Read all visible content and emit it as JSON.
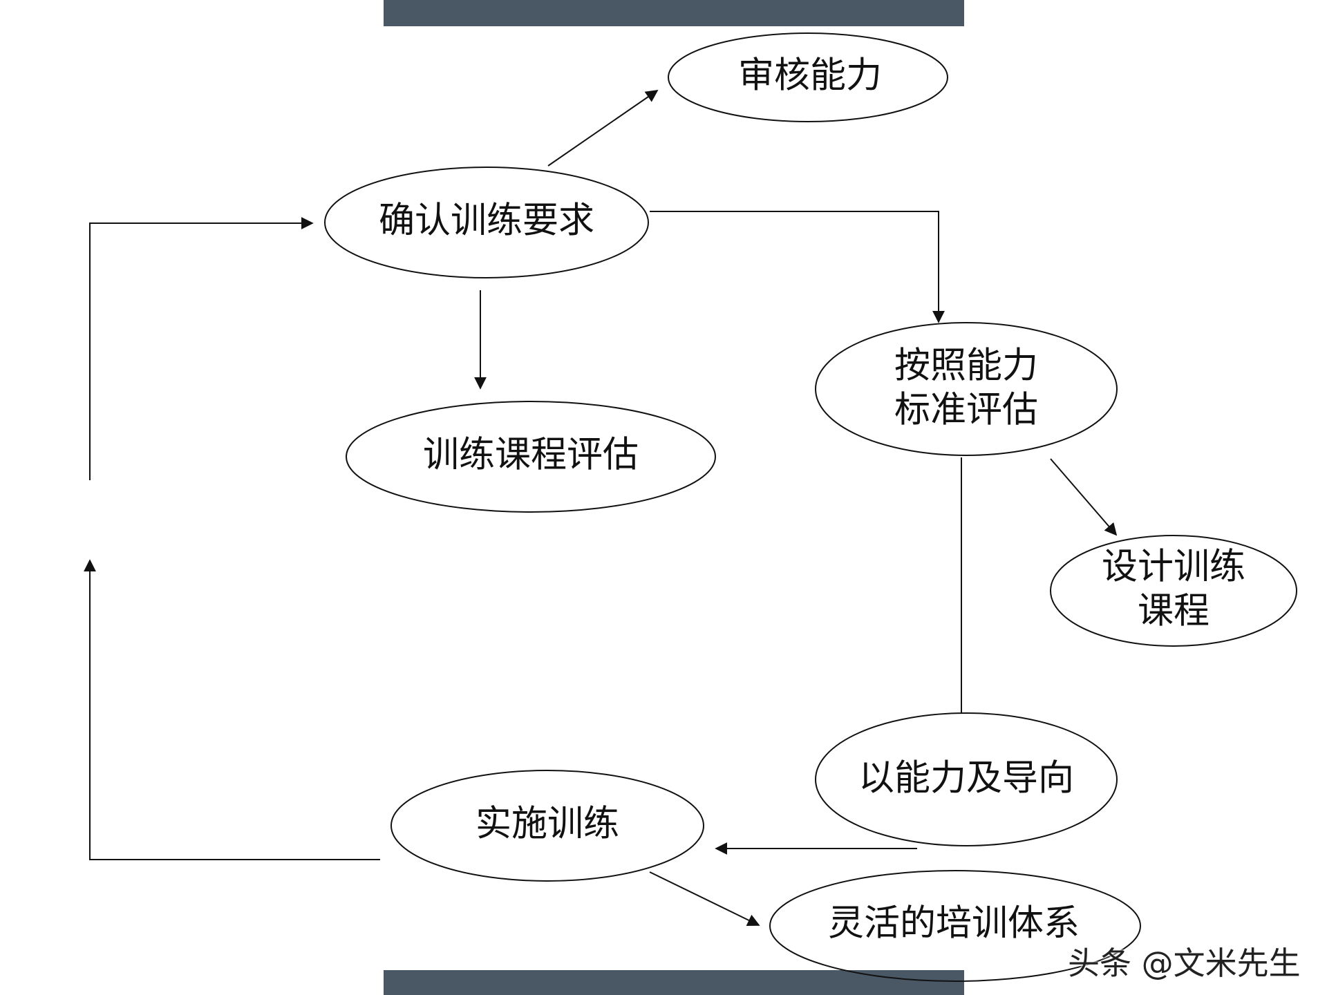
{
  "nodes": {
    "audit_capability": "审核能力",
    "confirm_requirements": "确认训练要求",
    "course_evaluation": "训练课程评估",
    "assess_by_standard_line1": "按照能力",
    "assess_by_standard_line2": "标准评估",
    "design_course_line1": "设计训练",
    "design_course_line2": "课程",
    "competency_oriented": "以能力及导向",
    "implement_training": "实施训练",
    "flexible_system": "灵活的培训体系"
  },
  "watermark": "头条 @文米先生",
  "colors": {
    "bar": "#4a5866",
    "line": "#111111"
  }
}
